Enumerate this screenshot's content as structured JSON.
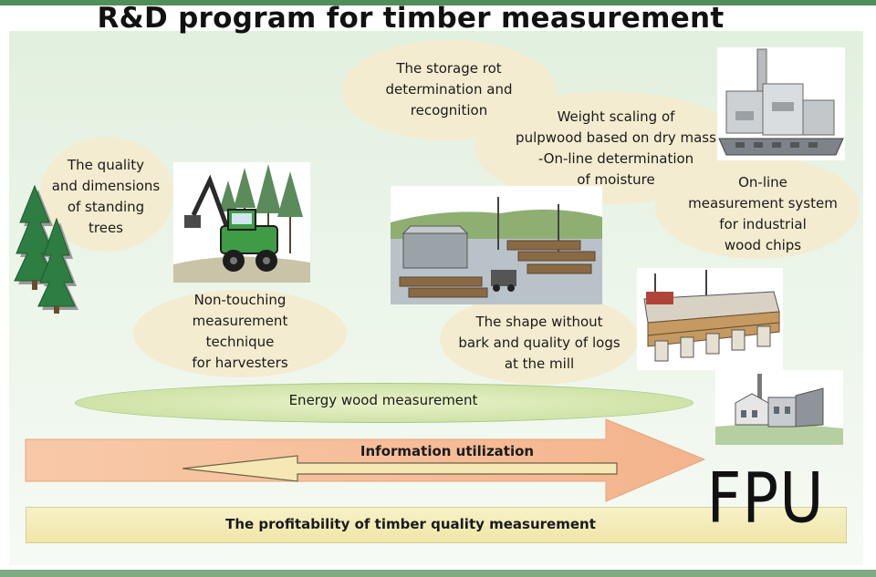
{
  "title": "R&D program for timber measurement",
  "bubbles": {
    "standing_trees": "The quality\nand dimensions\nof standing\ntrees",
    "harvesters": "Non-touching\nmeasurement\ntechnique\nfor harvesters",
    "storage_rot": "The storage rot\ndetermination and\nrecognition",
    "weight_scaling": "Weight scaling of\npulpwood based on dry mass\n-On-line determination\nof moisture",
    "wood_chips": "On-line\nmeasurement system\nfor industrial\nwood chips",
    "logs_shape": "The shape without\nbark and quality of logs\nat the mill"
  },
  "bars": {
    "energy": "Energy wood measurement",
    "information": "Information utilization",
    "profitability": "The profitability of timber quality measurement"
  },
  "logo": "FPU",
  "colors": {
    "bubble": "#f4ecd0",
    "arrow": "#f6c9a3",
    "ellipse": "#cfe3a8",
    "bar": "#efe6a8",
    "tree": "#2e7d43"
  },
  "icons": [
    "pine-trees-icon",
    "harvester-picture",
    "log-yard-picture",
    "pulp-mill-picture",
    "sawmill-picture",
    "factory-building-picture"
  ]
}
